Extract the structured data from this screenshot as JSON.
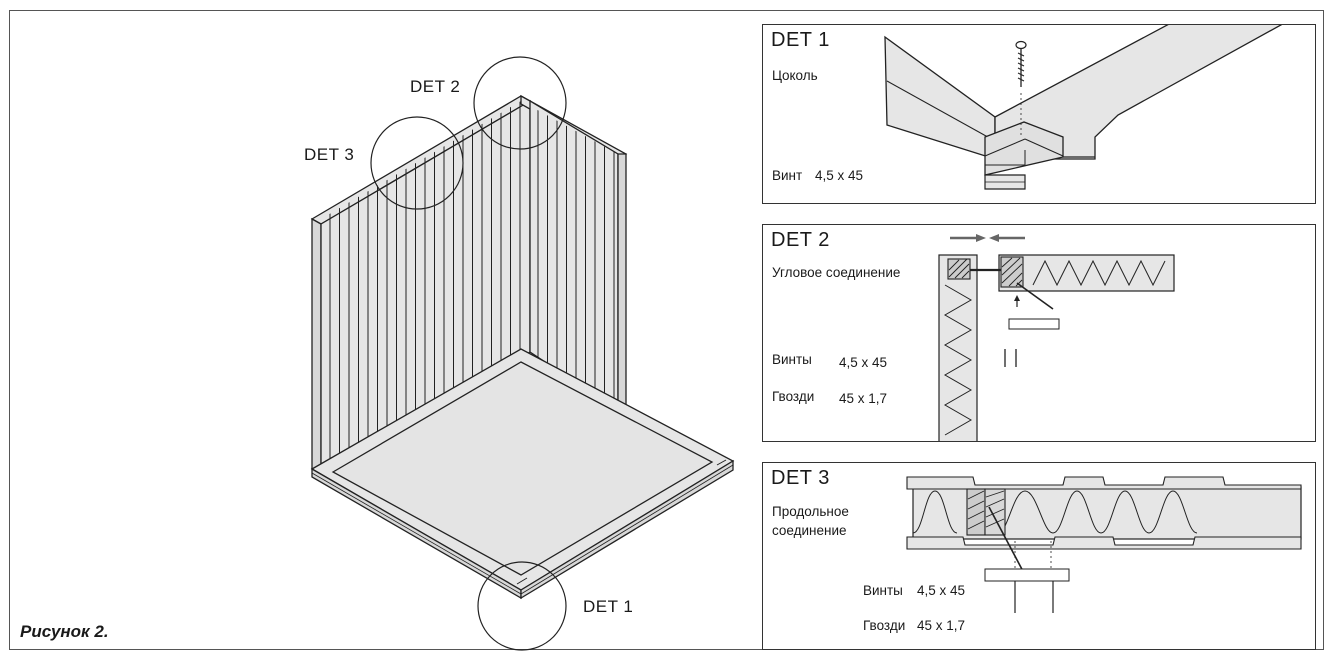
{
  "main_drawing": {
    "labels": {
      "det1": "DET 1",
      "det2": "DET 2",
      "det3": "DET 3"
    },
    "caption": "Рисунок 2."
  },
  "panels": {
    "det1": {
      "title": "DET 1",
      "part": "Цоколь",
      "fastener": "Винт",
      "fastener_size": "4,5 x 45"
    },
    "det2": {
      "title": "DET 2",
      "part": "Угловое соединение",
      "screws": "Винты",
      "screws_size": "4,5 x 45",
      "nails": "Гвозди",
      "nails_size": "45 x 1,7"
    },
    "det3": {
      "title": "DET 3",
      "part_line1": "Продольное",
      "part_line2": "соединение",
      "screws": "Винты",
      "screws_size": "4,5 x 45",
      "nails": "Гвозди",
      "nails_size": "45 x 1,7"
    }
  },
  "colors": {
    "fill": "#e6e6e6",
    "line": "#222222",
    "arrow": "#666666"
  }
}
